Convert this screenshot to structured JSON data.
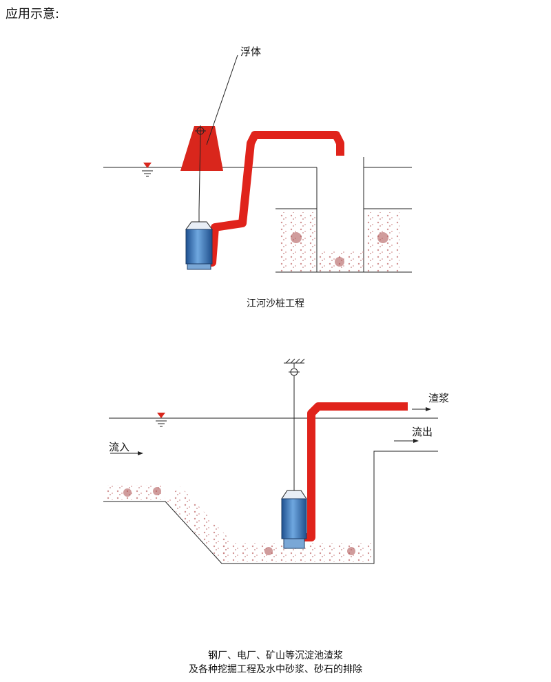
{
  "heading": "应用示意:",
  "diagram1": {
    "caption": "江河沙桩工程",
    "float_label": "浮体"
  },
  "diagram2": {
    "caption_line1": "钢厂、电厂、矿山等沉淀池渣浆",
    "caption_line2": "及各种挖掘工程及水中砂浆、砂石的排除",
    "inflow_label": "流入",
    "slurry_label": "渣浆",
    "outflow_label": "流出"
  },
  "colors": {
    "pipe": "#e0231b",
    "float": "#d9261c",
    "pump_body": "#3f7fc4",
    "sediment": "#c98080",
    "water_mark": "#d9261c"
  }
}
